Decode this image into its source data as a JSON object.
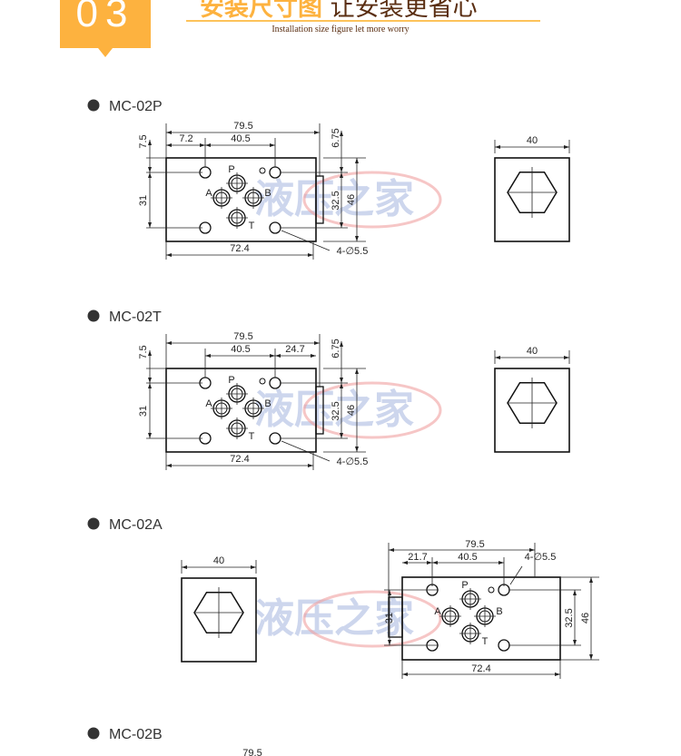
{
  "header": {
    "number": "03",
    "title_highlight": "安装尺寸图",
    "title_rest": "让安装更省心",
    "subtitle": "Installation size figure let more worry"
  },
  "watermark": "液压之家",
  "models": [
    {
      "name": "MC-02P",
      "dims": {
        "total": "79.5",
        "left": "7.2",
        "pitch": "40.5",
        "top": "7.5",
        "vert": "31",
        "base": "72.4",
        "offset": "6.75",
        "inner": "32.5",
        "height": "46",
        "holes": "4-∅5.5",
        "side": "40"
      },
      "ports": [
        "P",
        "A",
        "B",
        "T"
      ]
    },
    {
      "name": "MC-02T",
      "dims": {
        "total": "79.5",
        "pitch": "40.5",
        "right": "24.7",
        "top": "7.5",
        "vert": "31",
        "base": "72.4",
        "offset": "6.75",
        "inner": "32.5",
        "height": "46",
        "holes": "4-∅5.5",
        "side": "40"
      },
      "ports": [
        "P",
        "A",
        "B",
        "T"
      ]
    },
    {
      "name": "MC-02A",
      "dims": {
        "total": "79.5",
        "left": "21.7",
        "pitch": "40.5",
        "holes": "4-∅5.5",
        "vert": "31",
        "base": "72.4",
        "inner": "32.5",
        "height": "46",
        "side": "40"
      },
      "ports": [
        "P",
        "A",
        "B",
        "T"
      ]
    },
    {
      "name": "MC-02B",
      "dims": {
        "total": "79.5"
      }
    }
  ]
}
